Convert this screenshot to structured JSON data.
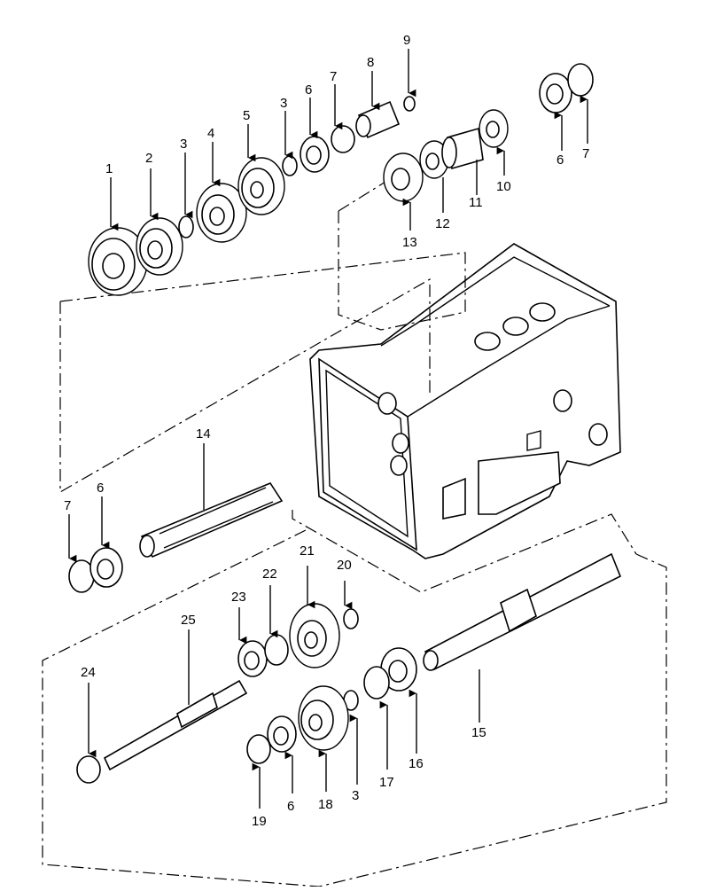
{
  "labels": {
    "l1": "1",
    "l2": "2",
    "l3a": "3",
    "l4": "4",
    "l5": "5",
    "l3b": "3",
    "l6a": "6",
    "l7a": "7",
    "l8": "8",
    "l9": "9",
    "l6b": "6",
    "l7b": "7",
    "l10": "10",
    "l11": "11",
    "l12": "12",
    "l13": "13",
    "l14": "14",
    "l7c": "7",
    "l6c": "6",
    "l15": "15",
    "l16": "16",
    "l17": "17",
    "l3c": "3",
    "l18": "18",
    "l6d": "6",
    "l19": "19",
    "l20": "20",
    "l21": "21",
    "l22": "22",
    "l23": "23",
    "l24": "24",
    "l25": "25"
  }
}
